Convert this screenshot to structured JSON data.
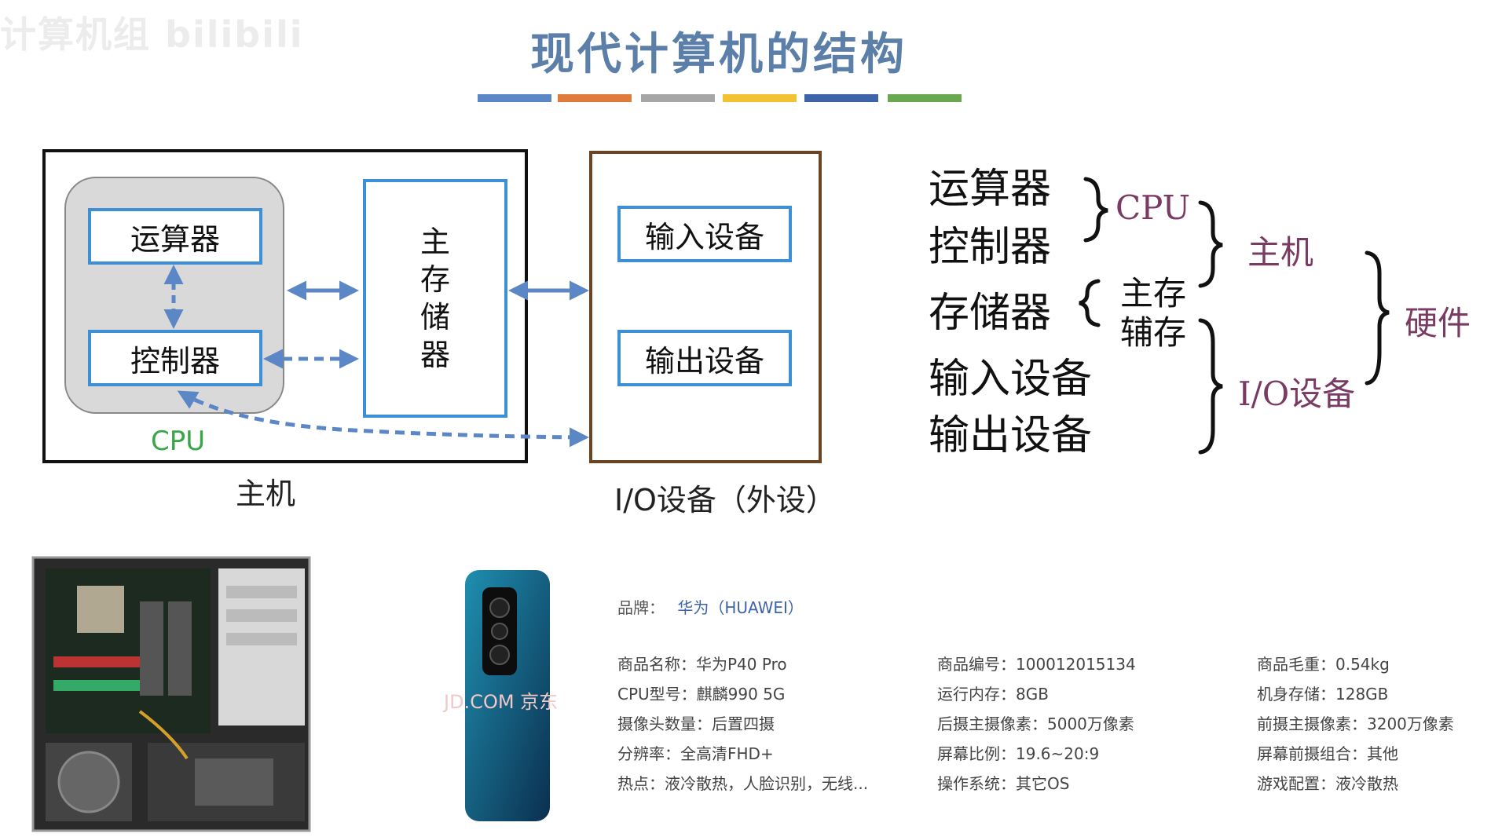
{
  "watermark": "计算机组 bilibili",
  "title": "现代计算机的结构",
  "color_bars": [
    "#5b87c6",
    "#e07b3c",
    "#a6a6a6",
    "#f2c232",
    "#3f63a8",
    "#6aa84f"
  ],
  "diagram": {
    "alu": "运算器",
    "cu": "控制器",
    "memory": "主存储器",
    "input": "输入设备",
    "output": "输出设备",
    "cpu_label": "CPU",
    "host_label": "主机",
    "io_label": "I/O设备（外设）"
  },
  "hierarchy": {
    "terms": [
      "运算器",
      "控制器",
      "存储器",
      "输入设备",
      "输出设备"
    ],
    "cpu": "CPU",
    "main_storage": "主存",
    "aux_storage": "辅存",
    "host": "主机",
    "io": "I/O设备",
    "hardware": "硬件"
  },
  "product": {
    "brand_label": "品牌：",
    "brand_value": "华为（HUAWEI）",
    "jd_watermark": "JD.COM 京东",
    "specs": [
      [
        "商品名称：华为P40 Pro",
        "商品编号：100012015134",
        "商品毛重：0.54kg"
      ],
      [
        "CPU型号：麒麟990 5G",
        "运行内存：8GB",
        "机身存储：128GB"
      ],
      [
        "摄像头数量：后置四摄",
        "后摄主摄像素：5000万像素",
        "前摄主摄像素：3200万像素"
      ],
      [
        "分辨率：全高清FHD+",
        "屏幕比例：19.6~20:9",
        "屏幕前摄组合：其他"
      ],
      [
        "热点：液冷散热，人脸识别，无线...",
        "操作系统：其它OS",
        "游戏配置：液冷散热"
      ]
    ]
  },
  "colors": {
    "title": "#5b7fa8",
    "box_blue": "#3d8fd6",
    "io_box": "#6b4423",
    "arrow": "#5b87c6",
    "cpu_green": "#3aa64a",
    "group_purple": "#7a3b63"
  }
}
